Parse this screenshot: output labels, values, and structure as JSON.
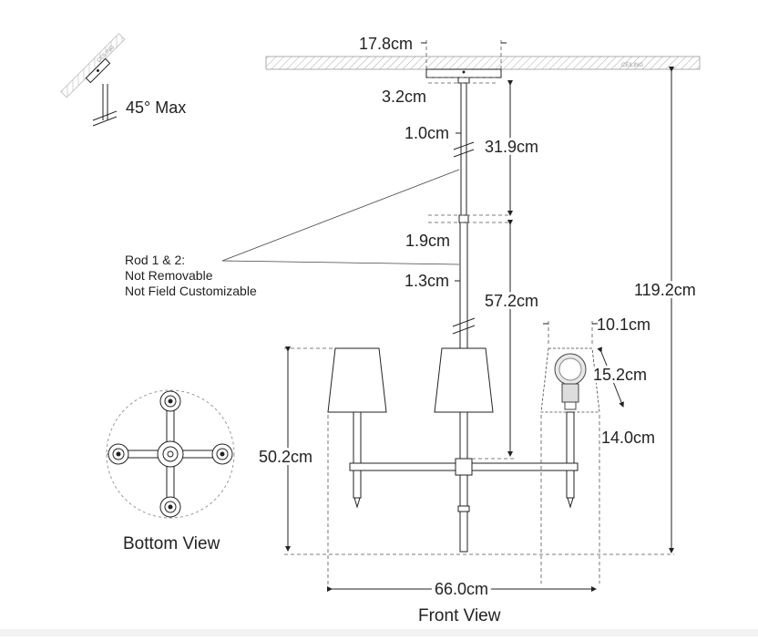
{
  "labels": {
    "ceiling_mark": "CEILING",
    "slope_max": "45° Max",
    "canopy_width": "17.8cm",
    "canopy_height": "3.2cm",
    "rod1_diameter": "1.0cm",
    "rod1_length": "31.9cm",
    "coupling": "1.9cm",
    "rod2_diameter": "1.3cm",
    "rod2_length": "57.2cm",
    "shade_top": "10.1cm",
    "shade_height": "15.2cm",
    "shade_bottom": "14.0cm",
    "overall_height": "119.2cm",
    "fixture_height": "50.2cm",
    "fixture_width": "66.0cm",
    "rod_note_line1": "Rod 1 & 2:",
    "rod_note_line2": "Not Removable",
    "rod_note_line3": "Not Field Customizable",
    "bottom_view": "Bottom View",
    "front_view": "Front View"
  }
}
